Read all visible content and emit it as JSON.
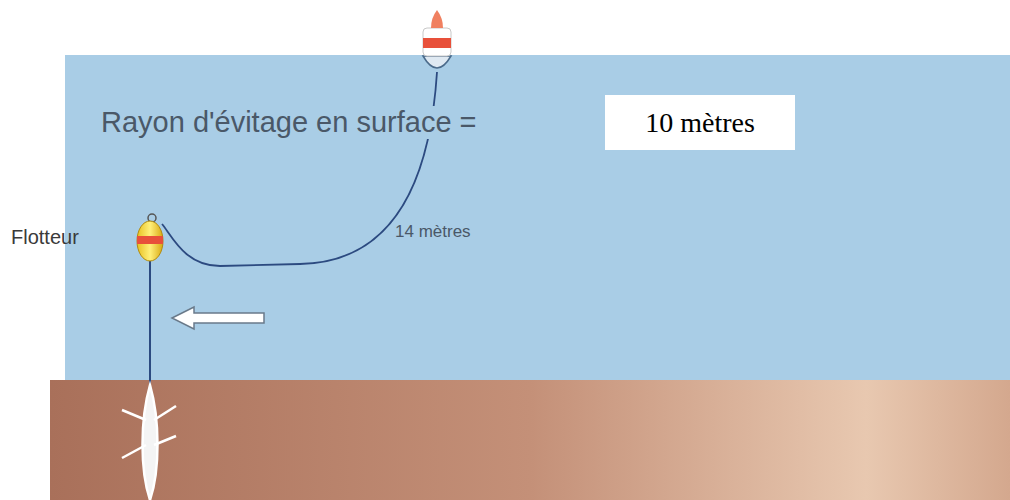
{
  "diagram": {
    "nodes": [
      {
        "text": [
          "10 mètres"
        ]
      }
    ],
    "labels": [
      "Rayon d'évitage en surface =",
      "Flotteur",
      "14 mètres"
    ]
  }
}
